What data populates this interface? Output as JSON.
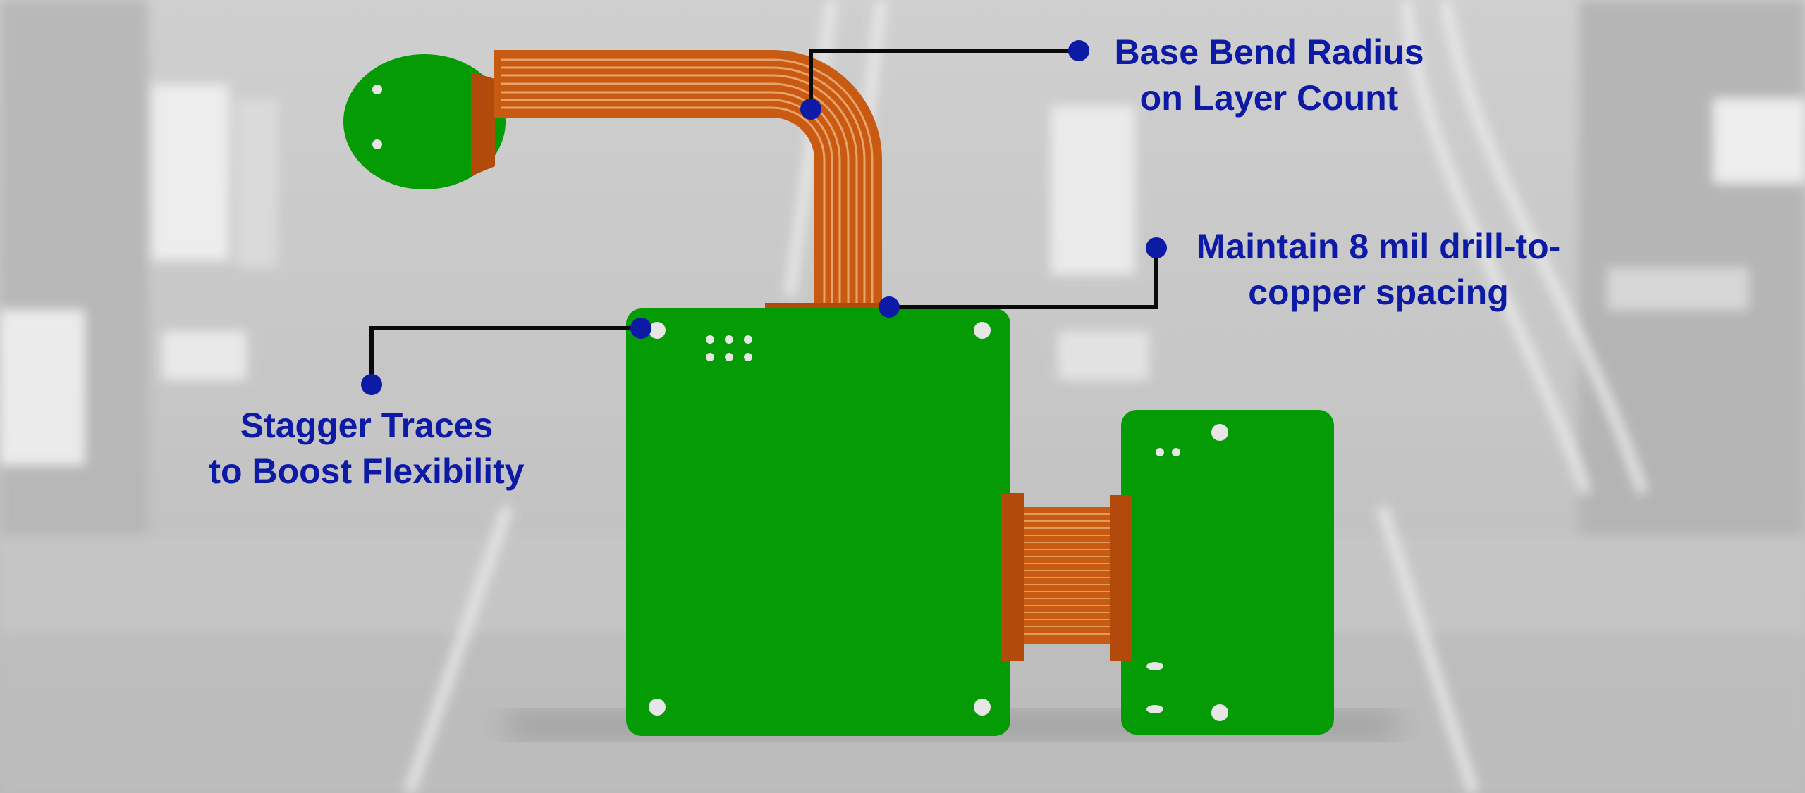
{
  "colors": {
    "callout_text": "#0d1aa6",
    "callout_dot": "#0d1aa6",
    "leader_line": "#0a0a0a",
    "rigid_board": "#049b04",
    "flex_copper": "#c85a12",
    "flex_stiffener": "#b14a0a",
    "trace_line": "#e9a36a",
    "mounting_hole": "#e6e6e6",
    "background": "#c9c9c9"
  },
  "callouts": {
    "bend_radius": {
      "line1": "Base Bend Radius",
      "line2": "on Layer Count"
    },
    "drill_spacing": {
      "line1": "Maintain 8 mil drill-to-",
      "line2": "copper spacing"
    },
    "stagger_traces": {
      "line1": "Stagger Traces",
      "line2": "to Boost Flexibility"
    }
  }
}
